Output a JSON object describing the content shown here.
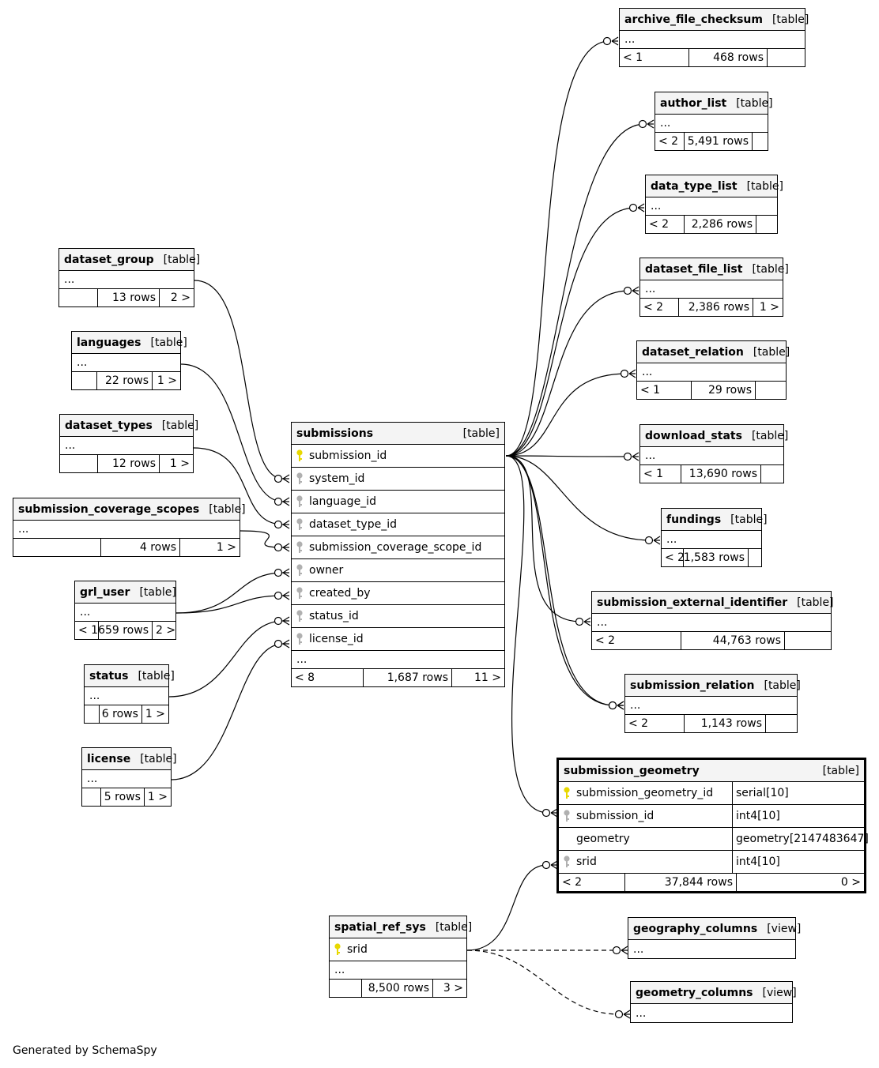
{
  "tables": [
    {
      "id": "archive_file_checksum",
      "name": "archive_file_checksum",
      "kind": "[table]",
      "ellipsis": "...",
      "parents": "< 1",
      "rows": "468 rows",
      "children": ""
    },
    {
      "id": "author_list",
      "name": "author_list",
      "kind": "[table]",
      "ellipsis": "...",
      "parents": "< 2",
      "rows": "5,491 rows",
      "children": ""
    },
    {
      "id": "data_type_list",
      "name": "data_type_list",
      "kind": "[table]",
      "ellipsis": "...",
      "parents": "< 2",
      "rows": "2,286 rows",
      "children": ""
    },
    {
      "id": "dataset_file_list",
      "name": "dataset_file_list",
      "kind": "[table]",
      "ellipsis": "...",
      "parents": "< 2",
      "rows": "2,386 rows",
      "children": "1 >"
    },
    {
      "id": "dataset_relation",
      "name": "dataset_relation",
      "kind": "[table]",
      "ellipsis": "...",
      "parents": "< 1",
      "rows": "29 rows",
      "children": ""
    },
    {
      "id": "download_stats",
      "name": "download_stats",
      "kind": "[table]",
      "ellipsis": "...",
      "parents": "< 1",
      "rows": "13,690 rows",
      "children": ""
    },
    {
      "id": "fundings",
      "name": "fundings",
      "kind": "[table]",
      "ellipsis": "...",
      "parents": "< 2",
      "rows": "1,583 rows",
      "children": ""
    },
    {
      "id": "submission_external_identifier",
      "name": "submission_external_identifier",
      "kind": "[table]",
      "ellipsis": "...",
      "parents": "< 2",
      "rows": "44,763 rows",
      "children": ""
    },
    {
      "id": "submission_relation",
      "name": "submission_relation",
      "kind": "[table]",
      "ellipsis": "...",
      "parents": "< 2",
      "rows": "1,143 rows",
      "children": ""
    },
    {
      "id": "dataset_group",
      "name": "dataset_group",
      "kind": "[table]",
      "ellipsis": "...",
      "parents": "",
      "rows": "13 rows",
      "children": "2 >"
    },
    {
      "id": "languages",
      "name": "languages",
      "kind": "[table]",
      "ellipsis": "...",
      "parents": "",
      "rows": "22 rows",
      "children": "1 >"
    },
    {
      "id": "dataset_types",
      "name": "dataset_types",
      "kind": "[table]",
      "ellipsis": "...",
      "parents": "",
      "rows": "12 rows",
      "children": "1 >"
    },
    {
      "id": "submission_coverage_scopes",
      "name": "submission_coverage_scopes",
      "kind": "[table]",
      "ellipsis": "...",
      "parents": "",
      "rows": "4 rows",
      "children": "1 >"
    },
    {
      "id": "grl_user",
      "name": "grl_user",
      "kind": "[table]",
      "ellipsis": "...",
      "parents": "< 1",
      "rows": "659 rows",
      "children": "2 >"
    },
    {
      "id": "status",
      "name": "status",
      "kind": "[table]",
      "ellipsis": "...",
      "parents": "",
      "rows": "6 rows",
      "children": "1 >"
    },
    {
      "id": "license",
      "name": "license",
      "kind": "[table]",
      "ellipsis": "...",
      "parents": "",
      "rows": "5 rows",
      "children": "1 >"
    },
    {
      "id": "submissions",
      "name": "submissions",
      "kind": "[table]",
      "columns": [
        {
          "name": "submission_id",
          "key": "pk"
        },
        {
          "name": "system_id",
          "key": "fk"
        },
        {
          "name": "language_id",
          "key": "fk"
        },
        {
          "name": "dataset_type_id",
          "key": "fk"
        },
        {
          "name": "submission_coverage_scope_id",
          "key": "fk"
        },
        {
          "name": "owner",
          "key": "fk"
        },
        {
          "name": "created_by",
          "key": "fk"
        },
        {
          "name": "status_id",
          "key": "fk"
        },
        {
          "name": "license_id",
          "key": "fk"
        }
      ],
      "ellipsis": "...",
      "parents": "< 8",
      "rows": "1,687 rows",
      "children": "11 >"
    },
    {
      "id": "submission_geometry",
      "name": "submission_geometry",
      "kind": "[table]",
      "focus": true,
      "columns": [
        {
          "name": "submission_geometry_id",
          "key": "pk",
          "type": "serial[10]"
        },
        {
          "name": "submission_id",
          "key": "fk",
          "type": "int4[10]"
        },
        {
          "name": "geometry",
          "key": "",
          "type": "geometry[2147483647]"
        },
        {
          "name": "srid",
          "key": "fk",
          "type": "int4[10]"
        }
      ],
      "parents": "< 2",
      "rows": "37,844 rows",
      "children": "0 >"
    },
    {
      "id": "spatial_ref_sys",
      "name": "spatial_ref_sys",
      "kind": "[table]",
      "columns": [
        {
          "name": "srid",
          "key": "pk"
        }
      ],
      "ellipsis": "...",
      "parents": "",
      "rows": "8,500 rows",
      "children": "3 >"
    },
    {
      "id": "geography_columns",
      "name": "geography_columns",
      "kind": "[view]",
      "ellipsis": "..."
    },
    {
      "id": "geometry_columns",
      "name": "geometry_columns",
      "kind": "[view]",
      "ellipsis": "..."
    }
  ],
  "colors": {
    "pk_key": "#e8d800",
    "fk_key": "#b0b0b0",
    "header_bg": "#f4f4f4"
  },
  "credit": "Generated by SchemaSpy"
}
